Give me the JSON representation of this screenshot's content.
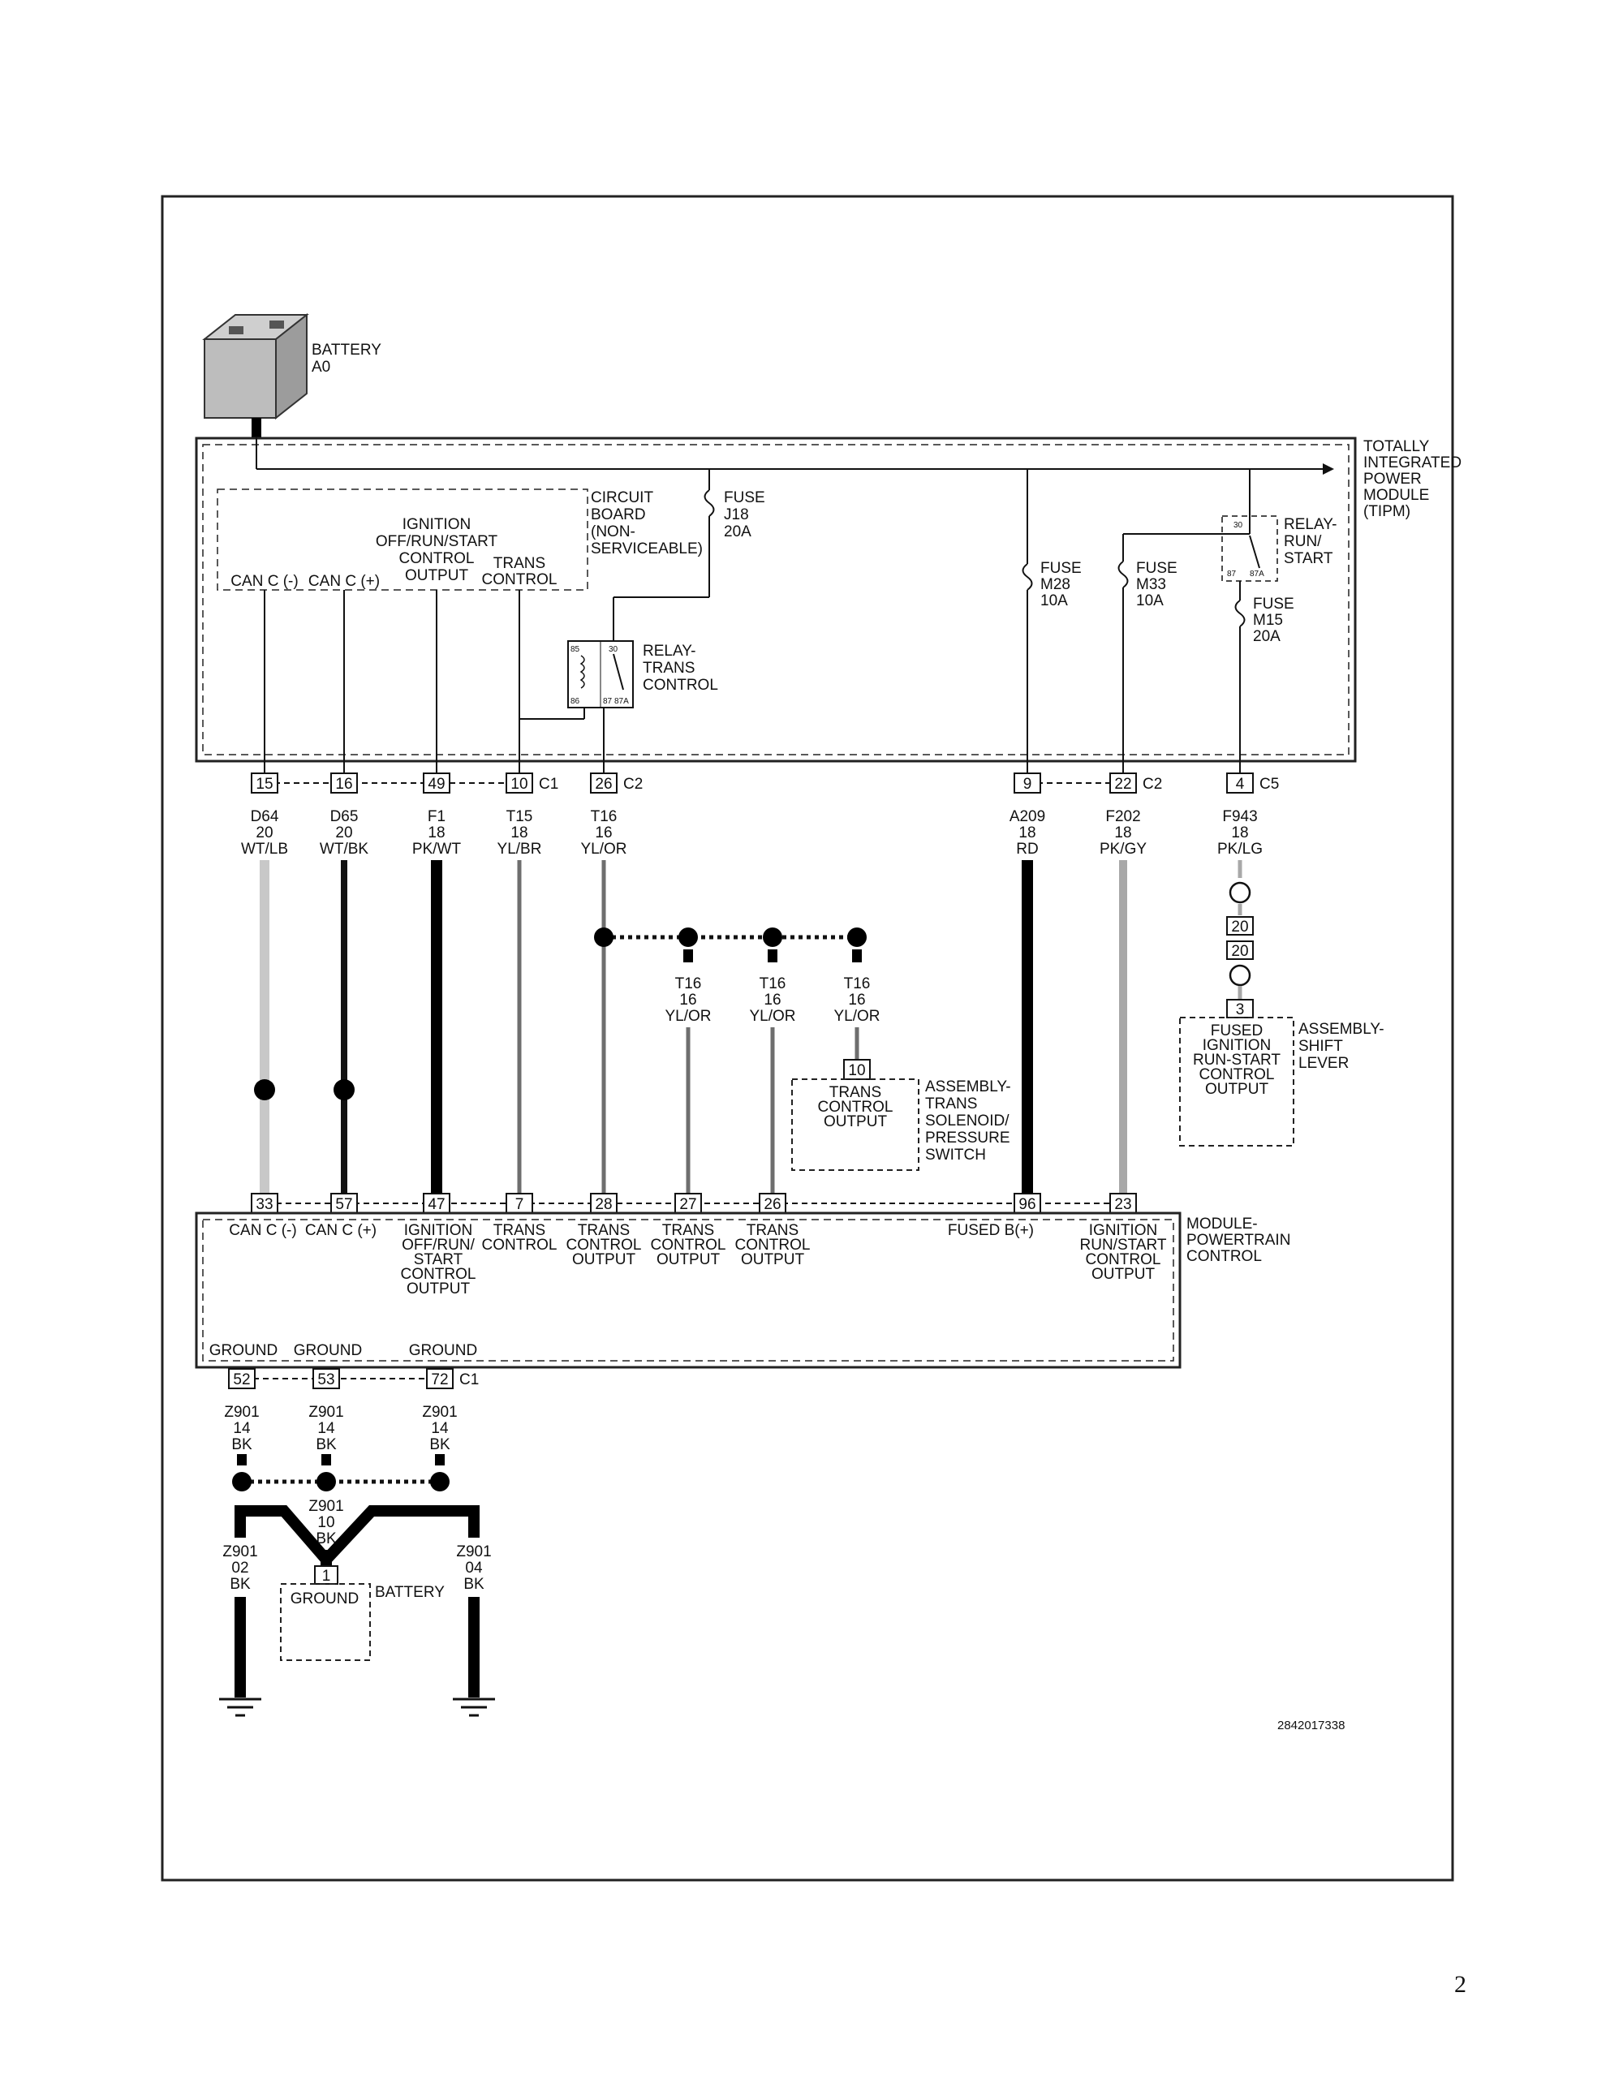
{
  "page_number": "2",
  "figure_id": "2842017338",
  "battery": {
    "lines": [
      "BATTERY",
      "A0"
    ]
  },
  "tipm": {
    "title_lines": [
      "TOTALLY",
      "INTEGRATED",
      "POWER",
      "MODULE",
      "(TIPM)"
    ],
    "circuit_board_lines": [
      "CIRCUIT",
      "BOARD",
      "(NON-",
      "SERVICEABLE)"
    ],
    "ign_output_lines": [
      "IGNITION",
      "OFF/RUN/START",
      "CONTROL",
      "OUTPUT"
    ],
    "trans_control_lines": [
      "TRANS",
      "CONTROL"
    ],
    "can_c_neg": "CAN C (-)",
    "can_c_pos": "CAN C (+)",
    "fuse_j18": [
      "FUSE",
      "J18",
      "20A"
    ],
    "fuse_m28": [
      "FUSE",
      "M28",
      "10A"
    ],
    "fuse_m33": [
      "FUSE",
      "M33",
      "10A"
    ],
    "fuse_m15": [
      "FUSE",
      "M15",
      "20A"
    ],
    "relay_run_start": [
      "RELAY-",
      "RUN/",
      "START"
    ],
    "relay_trans_control": [
      "RELAY-",
      "TRANS",
      "CONTROL"
    ],
    "relay_pins_a": [
      "30",
      "87",
      "87A"
    ],
    "relay_pins_b": [
      "85",
      "30",
      "86",
      "87",
      "87A"
    ]
  },
  "tipm_pins": [
    "15",
    "16",
    "49",
    "10",
    "26",
    "9",
    "22",
    "4"
  ],
  "tipm_connectors": [
    "C1",
    "C2",
    "C2",
    "C5"
  ],
  "wires_top": [
    [
      "D64",
      "20",
      "WT/LB"
    ],
    [
      "D65",
      "20",
      "WT/BK"
    ],
    [
      "F1",
      "18",
      "PK/WT"
    ],
    [
      "T15",
      "18",
      "YL/BR"
    ],
    [
      "T16",
      "16",
      "YL/OR"
    ],
    [
      "A209",
      "18",
      "RD"
    ],
    [
      "F202",
      "18",
      "PK/GY"
    ],
    [
      "F943",
      "18",
      "PK/LG"
    ]
  ],
  "splice_wires": [
    [
      "T16",
      "16",
      "YL/OR"
    ],
    [
      "T16",
      "16",
      "YL/OR"
    ],
    [
      "T16",
      "16",
      "YL/OR"
    ]
  ],
  "inline_pins": [
    "20",
    "20"
  ],
  "shift_lever": {
    "pin": "3",
    "output_lines": [
      "FUSED",
      "IGNITION",
      "RUN-START",
      "CONTROL",
      "OUTPUT"
    ],
    "name_lines": [
      "ASSEMBLY-",
      "SHIFT",
      "LEVER"
    ]
  },
  "trans_solenoid": {
    "pin": "10",
    "output_lines": [
      "TRANS",
      "CONTROL",
      "OUTPUT"
    ],
    "name_lines": [
      "ASSEMBLY-",
      "TRANS",
      "SOLENOID/",
      "PRESSURE",
      "SWITCH"
    ]
  },
  "pcm": {
    "pins": [
      "33",
      "57",
      "47",
      "7",
      "28",
      "27",
      "26",
      "96",
      "23"
    ],
    "title_lines": [
      "MODULE-",
      "POWERTRAIN",
      "CONTROL"
    ],
    "can_c_neg": "CAN C (-)",
    "can_c_pos": "CAN C (+)",
    "ign_output_lines": [
      "IGNITION",
      "OFF/RUN/",
      "START",
      "CONTROL",
      "OUTPUT"
    ],
    "trans_control_lines": [
      "TRANS",
      "CONTROL"
    ],
    "trans_output_lines": [
      "TRANS",
      "CONTROL",
      "OUTPUT"
    ],
    "fused_b": "FUSED B(+)",
    "ign_run_start_lines": [
      "IGNITION",
      "RUN/START",
      "CONTROL",
      "OUTPUT"
    ],
    "ground": "GROUND",
    "ground_pins": [
      "52",
      "53",
      "72"
    ],
    "ground_connector": "C1"
  },
  "ground_wires": [
    [
      "Z901",
      "14",
      "BK"
    ],
    [
      "Z901",
      "14",
      "BK"
    ],
    [
      "Z901",
      "14",
      "BK"
    ]
  ],
  "ground_splice_wire": [
    "Z901",
    "10",
    "BK"
  ],
  "ground_left_wire": [
    "Z901",
    "02",
    "BK"
  ],
  "ground_right_wire": [
    "Z901",
    "04",
    "BK"
  ],
  "battery_ground": {
    "pin": "1",
    "box": "GROUND",
    "label": "BATTERY"
  }
}
